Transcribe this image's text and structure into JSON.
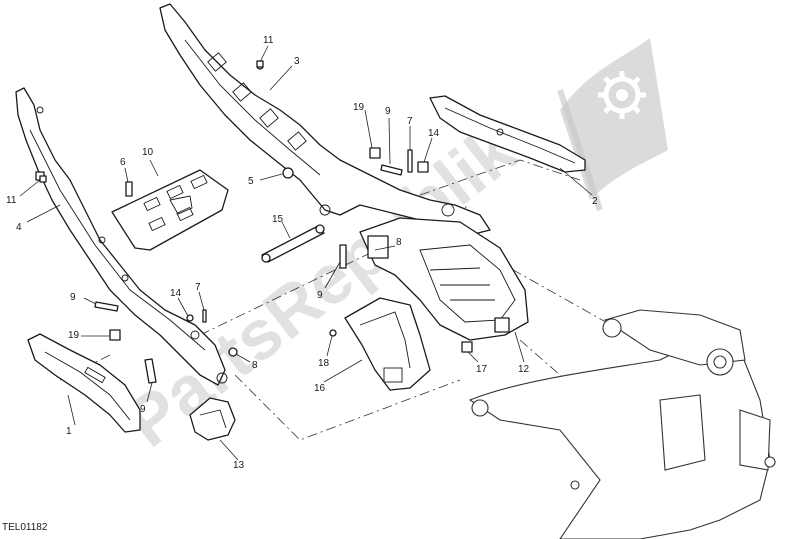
{
  "watermark": {
    "text": "PartsRepublik",
    "color": "#c8c8c8"
  },
  "drawing_code": "TEL01182",
  "callouts": [
    {
      "id": "c1",
      "label": "1"
    },
    {
      "id": "c2",
      "label": "2"
    },
    {
      "id": "c3",
      "label": "3"
    },
    {
      "id": "c4",
      "label": "4"
    },
    {
      "id": "c5",
      "label": "5"
    },
    {
      "id": "c6",
      "label": "6"
    },
    {
      "id": "c7a",
      "label": "7"
    },
    {
      "id": "c7b",
      "label": "7"
    },
    {
      "id": "c8a",
      "label": "8"
    },
    {
      "id": "c8b",
      "label": "8"
    },
    {
      "id": "c9a",
      "label": "9"
    },
    {
      "id": "c9b",
      "label": "9"
    },
    {
      "id": "c9c",
      "label": "9"
    },
    {
      "id": "c9d",
      "label": "9"
    },
    {
      "id": "c10",
      "label": "10"
    },
    {
      "id": "c11a",
      "label": "11"
    },
    {
      "id": "c11b",
      "label": "11"
    },
    {
      "id": "c12",
      "label": "12"
    },
    {
      "id": "c13",
      "label": "13"
    },
    {
      "id": "c14a",
      "label": "14"
    },
    {
      "id": "c14b",
      "label": "14"
    },
    {
      "id": "c15",
      "label": "15"
    },
    {
      "id": "c16",
      "label": "16"
    },
    {
      "id": "c17",
      "label": "17"
    },
    {
      "id": "c18",
      "label": "18"
    },
    {
      "id": "c19a",
      "label": "19"
    },
    {
      "id": "c19b",
      "label": "19"
    }
  ]
}
